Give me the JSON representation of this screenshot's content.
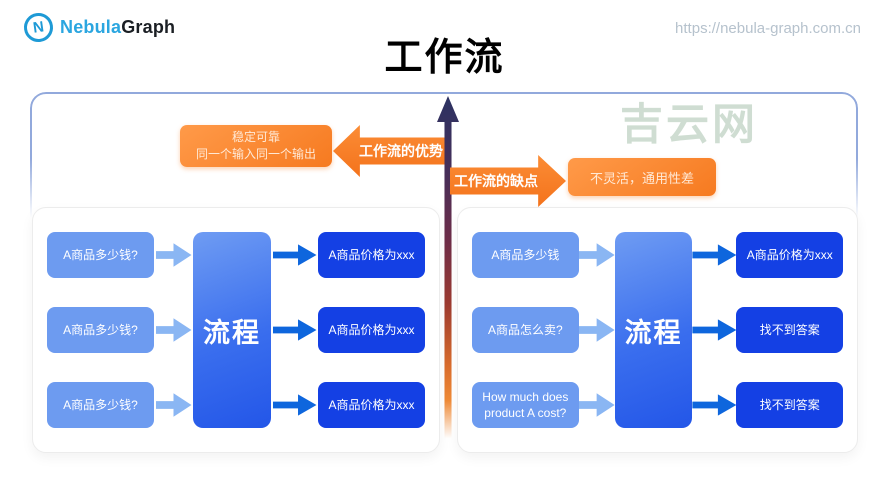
{
  "header": {
    "logo": {
      "icon_letter": "N",
      "name_part1": "Nebula",
      "name_part2": "Graph"
    },
    "title": "工作流",
    "url": "https://nebula-graph.com.cn"
  },
  "watermark": "吉云网",
  "comparison": {
    "advantage": {
      "arrow_label": "工作流的优势",
      "box_line1": "稳定可靠",
      "box_line2": "同一个输入同一个输出"
    },
    "disadvantage": {
      "arrow_label": "工作流的缺点",
      "box_text": "不灵活，通用性差"
    }
  },
  "panels": [
    {
      "side": "left",
      "center_label": "流程",
      "inputs": [
        "A商品多少钱?",
        "A商品多少钱?",
        "A商品多少钱?"
      ],
      "outputs": [
        "A商品价格为xxx",
        "A商品价格为xxx",
        "A商品价格为xxx"
      ]
    },
    {
      "side": "right",
      "center_label": "流程",
      "inputs": [
        "A商品多少钱",
        "A商品怎么卖?",
        "How much does product A cost?"
      ],
      "outputs": [
        "A商品价格为xxx",
        "找不到答案",
        "找不到答案"
      ]
    }
  ],
  "colors": {
    "accent_orange": "#f4731c",
    "input_blue": "#6d9bf0",
    "output_blue": "#1440e4",
    "arrow_blue": "#0e66dd",
    "light_arrow_blue": "#8ab6f3",
    "frame_border": "#92a9dc",
    "logo_blue": "#2ba6e0",
    "gradient_arrow_top": "#2c3262",
    "gradient_arrow_bottom": "#ef8a36"
  }
}
